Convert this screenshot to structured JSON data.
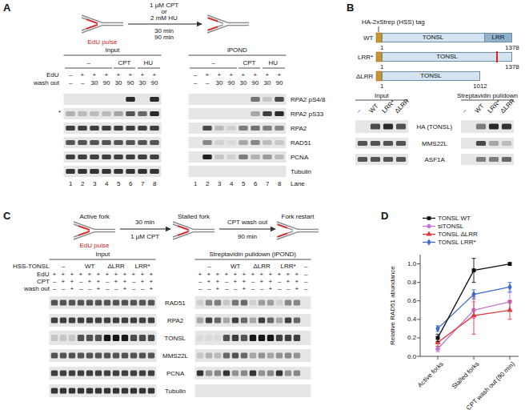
{
  "diagram": {
    "nodes": [
      {
        "text": [
          "TONSL"
        ]
      },
      {
        "text": [
          "LRR"
        ],
        "in": 0
      },
      {
        "text": [
          "TONSL"
        ]
      },
      {
        "text": [
          "TONSL"
        ]
      }
    ],
    "labels": [
      "A",
      "1 µM CPT",
      "or",
      "2 mM HU",
      "30 min",
      "90 min",
      "EdU pulse",
      "Input",
      "iPOND",
      "–",
      "CPT",
      "HU",
      "–",
      "CPT",
      "HU",
      "EdU",
      "–",
      "+",
      "+",
      "+",
      "+",
      "+",
      "+",
      "+",
      "–",
      "+",
      "+",
      "+",
      "+",
      "+",
      "+",
      "+",
      "wash out",
      "–",
      "–",
      "30",
      "90",
      "30",
      "90",
      "30",
      "90",
      "–",
      "–",
      "30",
      "90",
      "30",
      "90",
      "30",
      "90",
      "RPA2 pS4/8",
      "RPA2 pS33",
      "RPA2",
      "RAD51",
      "PCNA",
      "Tubulin",
      "*",
      "1",
      "2",
      "3",
      "4",
      "5",
      "6",
      "7",
      "8",
      "1",
      "2",
      "3",
      "4",
      "5",
      "6",
      "7",
      "8",
      "Lane",
      "B",
      "HA-2xStrep (HSS) tag",
      "WT",
      "1",
      "1378",
      "LRR*",
      "1",
      "1378",
      "ΔLRR",
      "1",
      "1012",
      "Input",
      "Streptavidin pulldown",
      "–",
      "WT",
      "LRR*",
      "ΔLRR",
      "–",
      "WT",
      "LRR*",
      "ΔLRR",
      "HA (TONSL)",
      "MMS22L",
      "ASF1A",
      "C",
      "Active fork",
      "30 min",
      "1 µM CPT",
      "Stalled fork",
      "CPT wash out",
      "90 min",
      "Fork restart",
      "EdU pulse",
      "Input",
      "Streptavidin pulldown (iPOND)",
      "HSS-TONSL",
      "–",
      "WT",
      "ΔLRR",
      "LRR*",
      "–",
      "WT",
      "ΔLRR",
      "LRR*",
      "–",
      "EdU",
      "+",
      "+",
      "+",
      "+",
      "+",
      "+",
      "+",
      "+",
      "+",
      "+",
      "+",
      "+",
      "+",
      "+",
      "+",
      "+",
      "+",
      "+",
      "+",
      "+",
      "+",
      "+",
      "+",
      "+",
      "–",
      "CPT",
      "–",
      "+",
      "+",
      "–",
      "+",
      "+",
      "–",
      "+",
      "+",
      "–",
      "+",
      "+",
      "–",
      "+",
      "+",
      "–",
      "+",
      "+",
      "–",
      "+",
      "+",
      "–",
      "+",
      "+",
      "–",
      "wash out",
      "–",
      "–",
      "+",
      "–",
      "–",
      "+",
      "–",
      "–",
      "+",
      "–",
      "–",
      "+",
      "–",
      "–",
      "+",
      "–",
      "–",
      "+",
      "–",
      "–",
      "+",
      "–",
      "–",
      "+",
      "–",
      "RAD51",
      "RPA2",
      "TONSL",
      "MMS22L",
      "PCNA",
      "Tubulin",
      "D",
      "Relative RAD51 abundance",
      "0.0",
      "0.2",
      "0.4",
      "0.6",
      "0.8",
      "1.0",
      "Active forks",
      "Stalled forks",
      "CPT wash out (90 min)"
    ],
    "legend": [
      {
        "text": "TONSL WT"
      },
      {
        "text": "siTONSL"
      },
      {
        "text": "TONSL ΔLRR"
      },
      {
        "text": "TONSL LRR*"
      }
    ]
  }
}
